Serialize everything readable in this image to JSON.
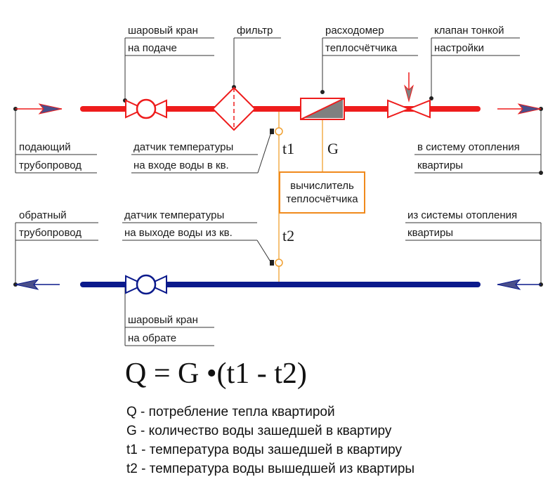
{
  "labels": {
    "valve_supply_1": "шаровый кран",
    "valve_supply_2": "на подаче",
    "filter": "фильтр",
    "flowmeter_1": "расходомер",
    "flowmeter_2": "теплосчётчика",
    "balancing_1": "клапан тонкой",
    "balancing_2": "настройки",
    "supply_pipe_1": "подающий",
    "supply_pipe_2": "трубопровод",
    "sensor_in_1": "датчик температуры",
    "sensor_in_2": "на входе воды в кв.",
    "to_system_1": "в систему отопления",
    "to_system_2": "квартиры",
    "return_pipe_1": "обратный",
    "return_pipe_2": "трубопровод",
    "sensor_out_1": "датчик температуры",
    "sensor_out_2": "на выходе воды из кв.",
    "from_system_1": "из системы отопления",
    "from_system_2": "квартиры",
    "valve_return_1": "шаровый кран",
    "valve_return_2": "на обрате",
    "t1": "t1",
    "t2": "t2",
    "g": "G",
    "calculator_1": "вычислитель",
    "calculator_2": "теплосчётчика"
  },
  "formula": "Q = G •(t1 - t2)",
  "legend": [
    "Q - потребление тепла квартирой",
    "G - количество воды зашедшей в квартиру",
    "t1 - температура воды зашедшей в квартиру",
    "t2 - температура воды вышедшей из квартиры"
  ],
  "colors": {
    "supply": "#ee1c1c",
    "return": "#0b1a8c",
    "sensor_line": "#f0a030",
    "calculator_border": "#f08a1c",
    "arrow_fill": "#4a4f8a",
    "flowmeter_fill": "#808080"
  }
}
